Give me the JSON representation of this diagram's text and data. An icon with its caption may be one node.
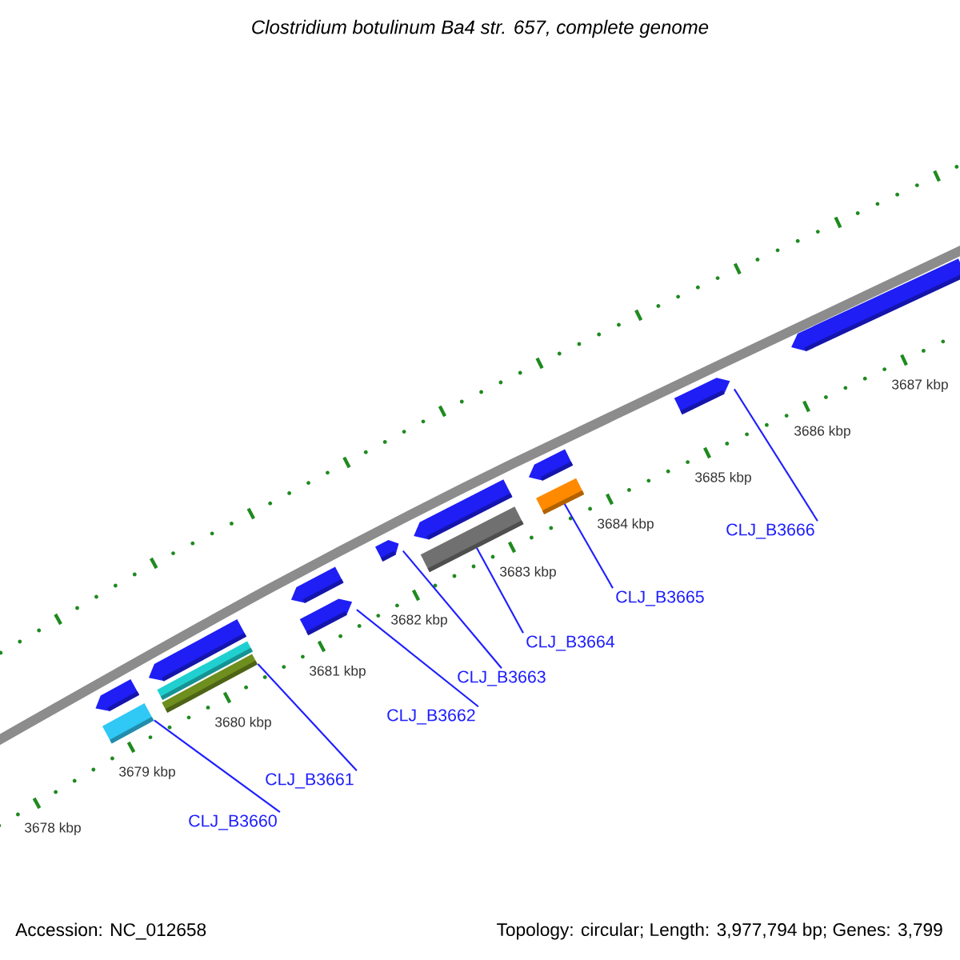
{
  "diagram": {
    "title": "Clostridium botulinum Ba4 str. 657, complete genome",
    "nodes": [
      {
        "text": [],
        "shape": "arrow"
      },
      {
        "text": [],
        "shape": "bar"
      },
      {
        "text": [],
        "shape": "arrow"
      },
      {
        "text": [],
        "shape": "bar"
      },
      {
        "text": [],
        "shape": "bar"
      },
      {
        "text": [],
        "shape": "arrow"
      },
      {
        "text": [],
        "shape": "arrow"
      },
      {
        "text": [],
        "shape": "arrow"
      },
      {
        "text": [],
        "shape": "arrow"
      },
      {
        "text": [],
        "shape": "bar"
      },
      {
        "text": [],
        "shape": "arrow"
      },
      {
        "text": [],
        "shape": "bar"
      },
      {
        "text": [],
        "shape": "arrow"
      },
      {
        "text": [],
        "shape": "arrow"
      },
      {
        "text": [
          "CLJ_B3660"
        ]
      },
      {
        "text": [
          "CLJ_B3661"
        ]
      },
      {
        "text": [
          "CLJ_B3662"
        ]
      },
      {
        "text": [
          "CLJ_B3663"
        ]
      },
      {
        "text": [
          "CLJ_B3664"
        ]
      },
      {
        "text": [
          "CLJ_B3665"
        ]
      },
      {
        "text": [
          "CLJ_B3666"
        ]
      }
    ],
    "edges": [
      {
        "from": 14,
        "to": 1,
        "arrow": "none"
      },
      {
        "from": 15,
        "to": 4,
        "arrow": "none"
      },
      {
        "from": 16,
        "to": 6,
        "arrow": "none"
      },
      {
        "from": 17,
        "to": 7,
        "arrow": "none"
      },
      {
        "from": 18,
        "to": 9,
        "arrow": "none"
      },
      {
        "from": 19,
        "to": 11,
        "arrow": "none"
      },
      {
        "from": 20,
        "to": 12,
        "arrow": "none"
      }
    ],
    "labels": [
      "3687 kbp",
      "3686 kbp",
      "3685 kbp",
      "3684 kbp",
      "3683 kbp",
      "3682 kbp",
      "3681 kbp",
      "3680 kbp",
      "3679 kbp",
      "3678 kbp",
      "Accession: NC_012658",
      "Topology: circular; Length: 3,977,794 bp; Genes: 3,799"
    ]
  }
}
